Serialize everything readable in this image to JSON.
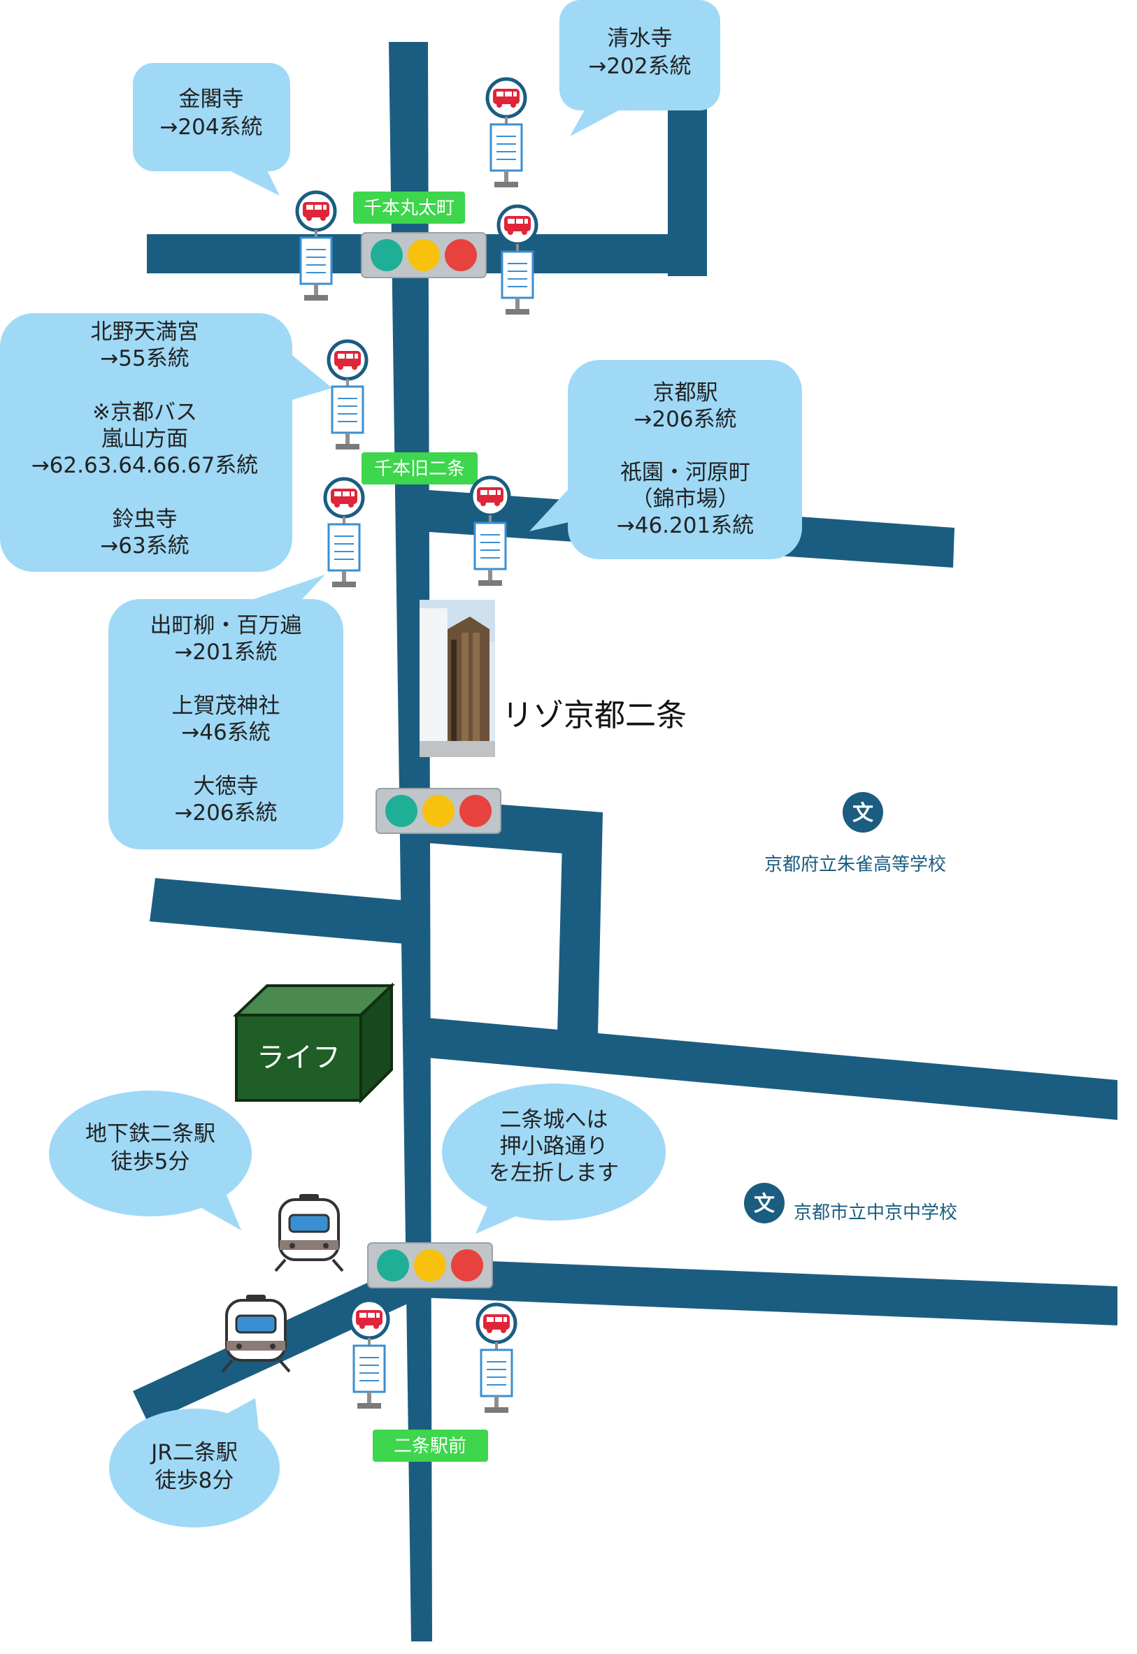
{
  "colors": {
    "road": "#1b5d80",
    "bubble": "#9fd9f6",
    "stop_label_bg": "#3dd64c",
    "store": "#1f5e26",
    "store_top": "#4a8a50",
    "light_green": "#1faf96",
    "light_yellow": "#f7c10e",
    "light_red": "#e8423e",
    "bus_red": "#e0243a"
  },
  "bus_stops": {
    "senbon_marutamachi": "千本丸太町",
    "senbon_kyunijo": "千本旧二条",
    "nijo_ekimae": "二条駅前"
  },
  "bubbles": {
    "kinkakuji": [
      "金閣寺",
      "→204系統"
    ],
    "kiyomizu": [
      "清水寺",
      "→202系統"
    ],
    "kitano": [
      "北野天満宮",
      "→55系統",
      "",
      "※京都バス",
      "嵐山方面",
      "→62.63.64.66.67系統",
      "",
      "鈴虫寺",
      "→63系統"
    ],
    "kyoto_station": [
      "京都駅",
      "→206系統",
      "",
      "祇園・河原町",
      "（錦市場）",
      "→46.201系統"
    ],
    "demachi": [
      "出町柳・百万遍",
      "→201系統",
      "",
      "上賀茂神社",
      "→46系統",
      "",
      "大徳寺",
      "→206系統"
    ],
    "subway": [
      "地下鉄二条駅",
      "徒歩5分"
    ],
    "nijojo": [
      "二条城へは",
      "押小路通り",
      "を左折します"
    ],
    "jr": [
      "JR二条駅",
      "徒歩8分"
    ]
  },
  "hotel": {
    "name": "リゾ京都二条"
  },
  "store": {
    "name": "ライフ"
  },
  "schools": {
    "suzaku": {
      "mark": "文",
      "name": "京都府立朱雀高等学校"
    },
    "chukyo": {
      "mark": "文",
      "name": "京都市立中京中学校"
    }
  },
  "icons": [
    "bus-stop-icon",
    "traffic-light-icon",
    "train-icon",
    "school-icon",
    "building-photo"
  ]
}
